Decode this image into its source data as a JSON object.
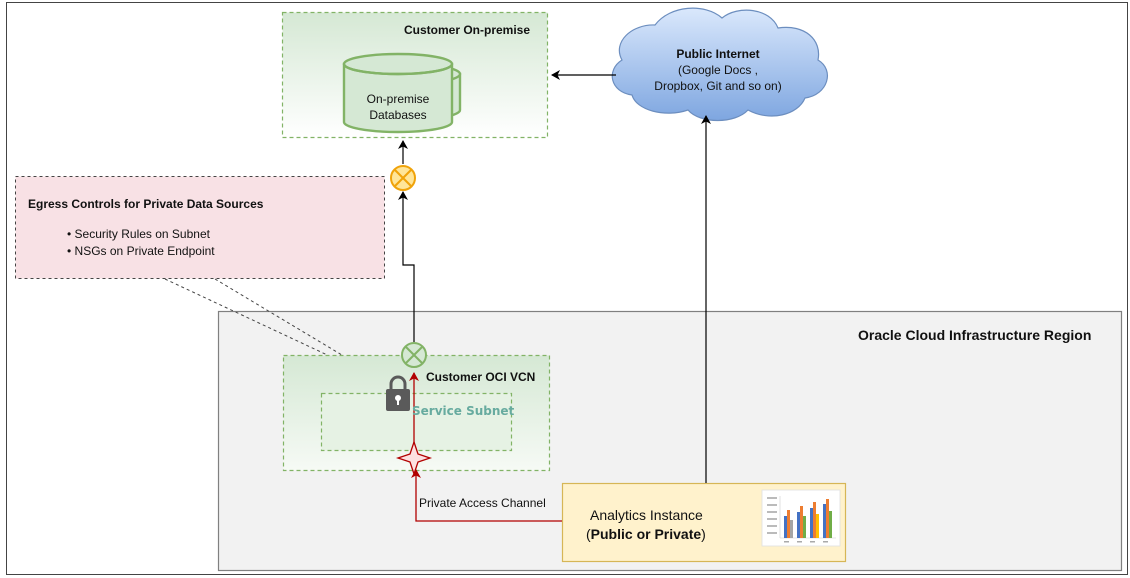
{
  "customer_onpremise": {
    "title": "Customer On-premise",
    "db_label_line1": "On-premise",
    "db_label_line2": "Databases"
  },
  "public_internet": {
    "title": "Public Internet",
    "line1": "(Google Docs ,",
    "line2": "Dropbox, Git and so on)"
  },
  "egress_callout": {
    "title": "Egress Controls for Private Data Sources",
    "bullets": [
      "Security Rules on Subnet",
      "NSGs on Private Endpoint"
    ]
  },
  "oci_region": {
    "title": "Oracle Cloud Infrastructure Region"
  },
  "customer_vcn": {
    "title": "Customer OCI VCN"
  },
  "service_subnet": {
    "title": "Service Subnet"
  },
  "analytics": {
    "title": "Analytics Instance",
    "open_paren": "(",
    "mode": "Public or Private",
    "close_paren": ")"
  },
  "channel": {
    "label": "Private Access Channel"
  },
  "colors": {
    "green_border": "#82b366",
    "green_fill_top": "#d5e8d4",
    "cloud_top": "#dae8fc",
    "cloud_bottom": "#7ea6e0",
    "callout_fill": "#f8e1e5",
    "analytics_fill": "#fff2cc",
    "analytics_border": "#d6b656",
    "red_line": "#b20000",
    "orange_gateway": "#f0a30a"
  },
  "icons": [
    "database-icon",
    "cloud-icon",
    "gateway-icon",
    "lock-icon",
    "compass-star-icon",
    "chart-thumbnail-icon"
  ]
}
